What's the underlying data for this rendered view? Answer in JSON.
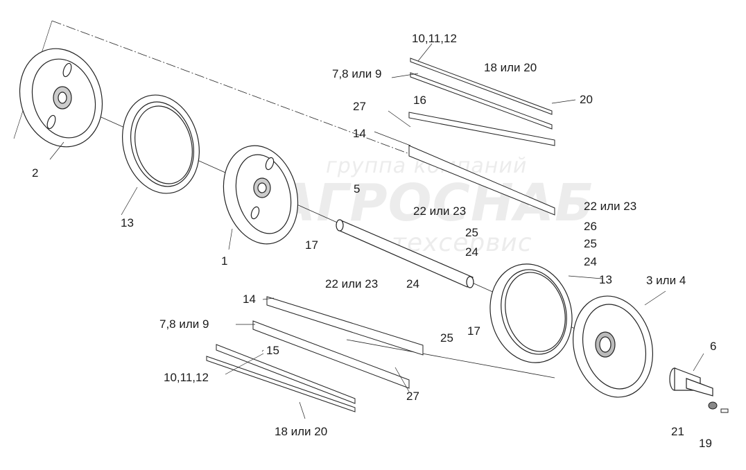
{
  "watermark": {
    "line1": "группа компаний",
    "line2": "АГРОСНАБ",
    "line3": "техсервис"
  },
  "labels": [
    {
      "id": "l_10_11_12_top",
      "text": "10,11,12"
    },
    {
      "id": "l_18_20_top",
      "text": "18 или 20"
    },
    {
      "id": "l_7_8_9_top",
      "text": "7,8 или 9"
    },
    {
      "id": "l_16",
      "text": "16"
    },
    {
      "id": "l_20",
      "text": "20"
    },
    {
      "id": "l_27_top",
      "text": "27"
    },
    {
      "id": "l_14_top",
      "text": "14"
    },
    {
      "id": "l_2",
      "text": "2"
    },
    {
      "id": "l_13_left",
      "text": "13"
    },
    {
      "id": "l_5",
      "text": "5"
    },
    {
      "id": "l_22_23_mid",
      "text": "22 или 23"
    },
    {
      "id": "l_22_23_right",
      "text": "22 или 23"
    },
    {
      "id": "l_26",
      "text": "26"
    },
    {
      "id": "l_25_mid",
      "text": "25"
    },
    {
      "id": "l_24_mid",
      "text": "24"
    },
    {
      "id": "l_25_right",
      "text": "25"
    },
    {
      "id": "l_24_right",
      "text": "24"
    },
    {
      "id": "l_17_top",
      "text": "17"
    },
    {
      "id": "l_1",
      "text": "1"
    },
    {
      "id": "l_13_right",
      "text": "13"
    },
    {
      "id": "l_3_4",
      "text": "3 или 4"
    },
    {
      "id": "l_22_23_low",
      "text": "22 или 23"
    },
    {
      "id": "l_24_low",
      "text": "24"
    },
    {
      "id": "l_14_low",
      "text": "14"
    },
    {
      "id": "l_7_8_9_low",
      "text": "7,8 или 9"
    },
    {
      "id": "l_25_low",
      "text": "25"
    },
    {
      "id": "l_17_low",
      "text": "17"
    },
    {
      "id": "l_15",
      "text": "15"
    },
    {
      "id": "l_6",
      "text": "6"
    },
    {
      "id": "l_10_11_12_low",
      "text": "10,11,12"
    },
    {
      "id": "l_27_low",
      "text": "27"
    },
    {
      "id": "l_18_20_low",
      "text": "18 или 20"
    },
    {
      "id": "l_21",
      "text": "21"
    },
    {
      "id": "l_19",
      "text": "19"
    }
  ]
}
